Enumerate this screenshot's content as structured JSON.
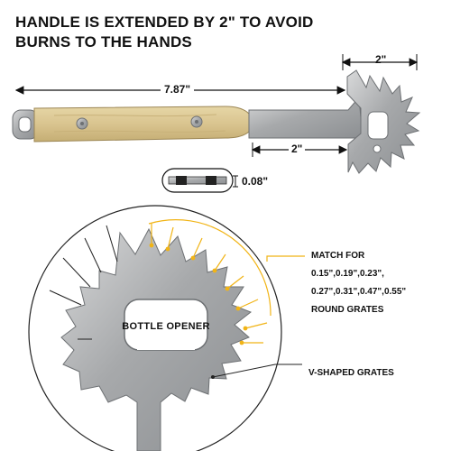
{
  "headline": "HANDLE IS EXTENDED BY 2\" TO AVOID BURNS TO THE HANDS",
  "dimensions": {
    "total_length": "7.87\"",
    "head_width": "2\"",
    "extension": "2\"",
    "thickness": "0.08\""
  },
  "bottle_opener_label": "BOTTLE OPENER",
  "callouts": {
    "round_grates": [
      "MATCH FOR",
      "0.15\",0.19\",0.23\",",
      "0.27\",0.31\",0.47\",0.55\"",
      "ROUND GRATES"
    ],
    "v_grates": "V-SHAPED GRATES"
  },
  "colors": {
    "text": "#111111",
    "accent": "#f1b416",
    "wood": "#d9c48f",
    "steel": "#a9abad",
    "steel_dark": "#7d8083"
  }
}
